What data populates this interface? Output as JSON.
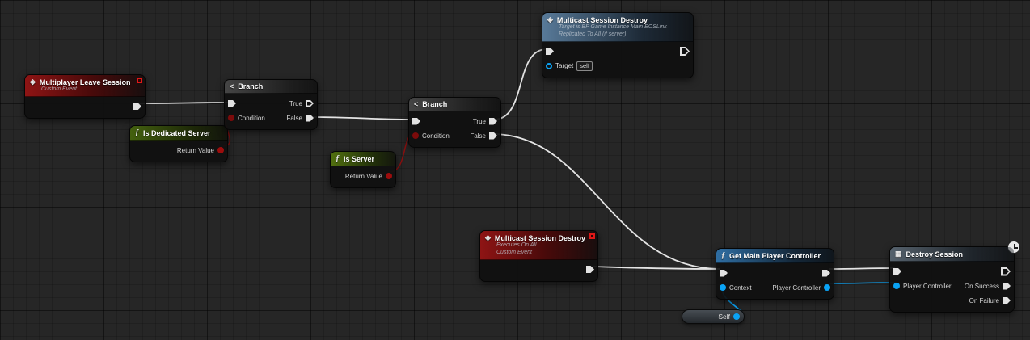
{
  "app_colors": {
    "canvas_background": "#262626",
    "grid_line": "#1b1b1b",
    "exec_wire": "#e4e4e4",
    "object_wire": "#0aa3f5",
    "bool_wire": "#8a1010",
    "event_header_red": "#8e1414",
    "pure_function_green": "#51700f",
    "function_blue": "#2f6ea3",
    "multicast_steel": "#587a99",
    "bool_pin": "#9c0d0d",
    "object_pin": "#0aa3f5"
  },
  "icons": {
    "event": "◈",
    "function": "ƒ",
    "branch": "<",
    "destroy_session": "▦"
  },
  "nodes": {
    "multiplayer_leave_session": {
      "title": "Multiplayer Leave Session",
      "subtitle": "Custom Event"
    },
    "is_dedicated_server": {
      "title": "Is Dedicated Server",
      "return_label": "Return Value"
    },
    "branch_1": {
      "title": "Branch",
      "condition": "Condition",
      "true": "True",
      "false": "False"
    },
    "is_server": {
      "title": "Is Server",
      "return_label": "Return Value"
    },
    "branch_2": {
      "title": "Branch",
      "condition": "Condition",
      "true": "True",
      "false": "False"
    },
    "multicast_session_destroy_call": {
      "title": "Multicast Session Destroy",
      "subtitle1": "Target is BP Game Instance Main EOSLink",
      "subtitle2": "Replicated To All (if server)",
      "target_label": "Target",
      "target_value": "self"
    },
    "multicast_session_destroy_event": {
      "title": "Multicast Session Destroy",
      "subtitle1": "Executes On All",
      "subtitle2": "Custom Event"
    },
    "get_main_player_controller": {
      "title": "Get Main Player Controller",
      "context_label": "Context",
      "output_label": "Player Controller"
    },
    "destroy_session": {
      "title": "Destroy Session",
      "input_label": "Player Controller",
      "success_label": "On Success",
      "failure_label": "On Failure"
    },
    "self": {
      "label": "Self"
    }
  }
}
